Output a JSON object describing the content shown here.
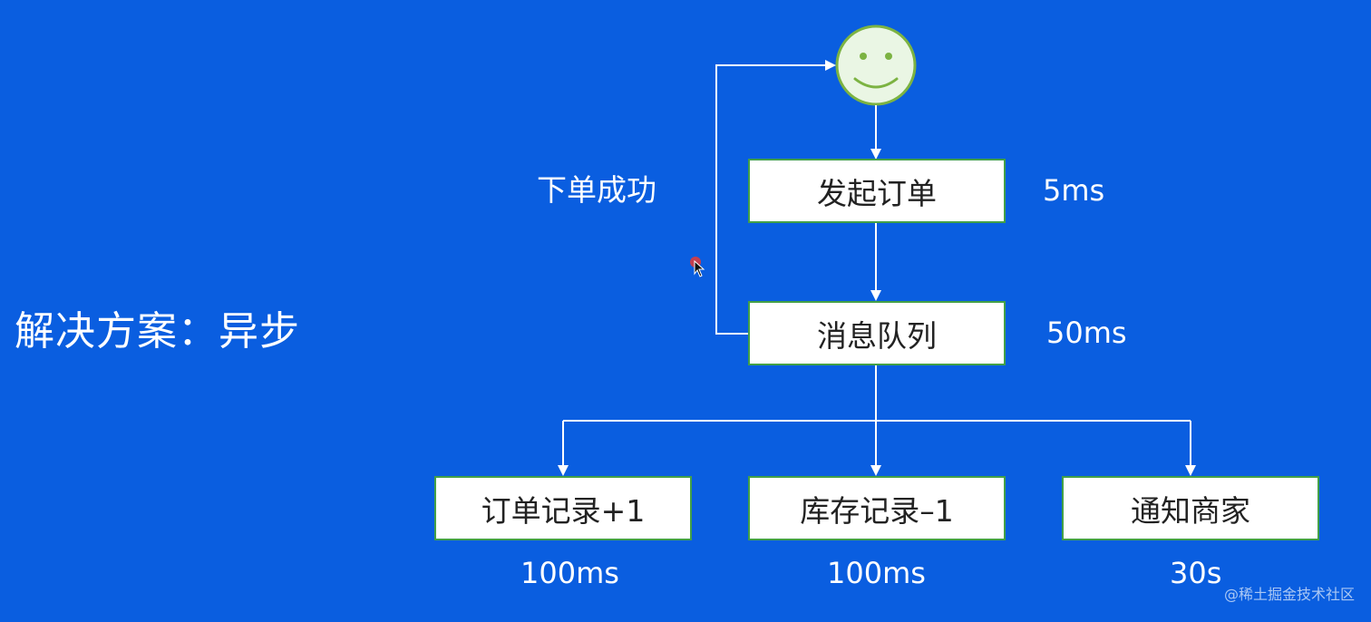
{
  "diagram": {
    "title": "解决方案：异步",
    "return_label": "下单成功",
    "nodes": {
      "start": {
        "label": "发起订单",
        "time": "5ms"
      },
      "queue": {
        "label": "消息队列",
        "time": "50ms"
      },
      "order_record": {
        "label": "订单记录+1",
        "time": "100ms"
      },
      "stock_record": {
        "label": "库存记录–1",
        "time": "100ms"
      },
      "notify_merchant": {
        "label": "通知商家",
        "time": "30s"
      }
    }
  },
  "watermark": "@稀土掘金技术社区",
  "colors": {
    "background": "#0a5ee0",
    "box_border": "#43a047",
    "smiley_fill": "#eaf6e4",
    "smiley_stroke": "#7cb342"
  }
}
